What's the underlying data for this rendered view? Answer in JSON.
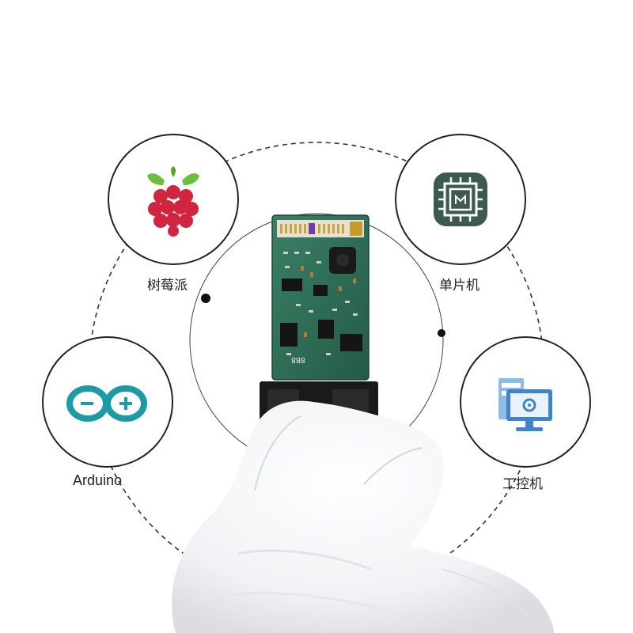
{
  "platforms": {
    "raspberry_pi": {
      "label": "树莓派",
      "icon": "raspberry-pi-icon",
      "color": "#d0243f"
    },
    "mcu": {
      "label": "单片机",
      "icon": "microchip-icon",
      "color": "#3d5a4e"
    },
    "arduino": {
      "label": "Arduino",
      "icon": "arduino-infinity-icon",
      "color": "#1e9aa6"
    },
    "ipc": {
      "label": "工控机",
      "icon": "industrial-computer-icon",
      "color": "#3e84c6"
    }
  },
  "module": {
    "silkscreen": "8B8",
    "board_color": "#2e6e58"
  }
}
